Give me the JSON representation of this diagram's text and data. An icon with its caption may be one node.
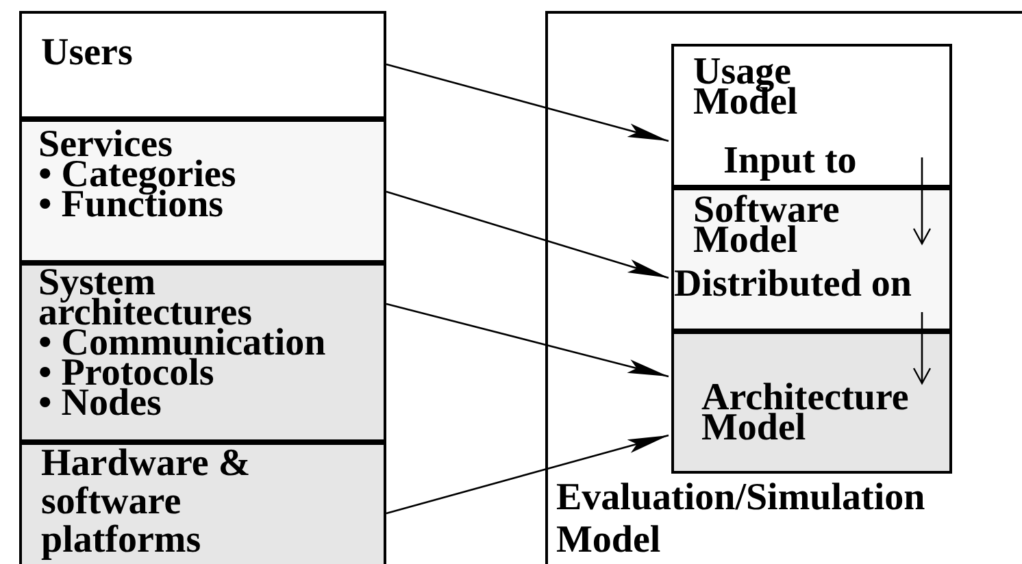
{
  "diagram": {
    "nodes": [
      {
        "text": [
          "Users"
        ]
      },
      {
        "text": [
          "Services",
          "• Categories",
          "• Functions"
        ]
      },
      {
        "text": [
          "System architectures",
          "• Communication",
          "• Protocols",
          "• Nodes"
        ]
      },
      {
        "text": [
          "Hardware & software platforms"
        ]
      },
      {
        "text": [
          "Evaluation/Simulation Model"
        ]
      },
      {
        "text": [
          "Usage Model"
        ],
        "in": 4
      },
      {
        "text": [
          "Software Model"
        ],
        "in": 4
      },
      {
        "text": [
          "Architecture Model"
        ],
        "in": 4
      }
    ],
    "edges": [
      {
        "from": 0,
        "to": 5,
        "arrow": "to"
      },
      {
        "from": 1,
        "to": 6,
        "arrow": "to"
      },
      {
        "from": 2,
        "to": 7,
        "arrow": "to"
      },
      {
        "from": 3,
        "to": 7,
        "arrow": "to"
      },
      {
        "from": 5,
        "to": 6,
        "arrow": "to",
        "label": "Input to"
      },
      {
        "from": 6,
        "to": 7,
        "arrow": "to",
        "label": "Distributed on"
      }
    ]
  }
}
